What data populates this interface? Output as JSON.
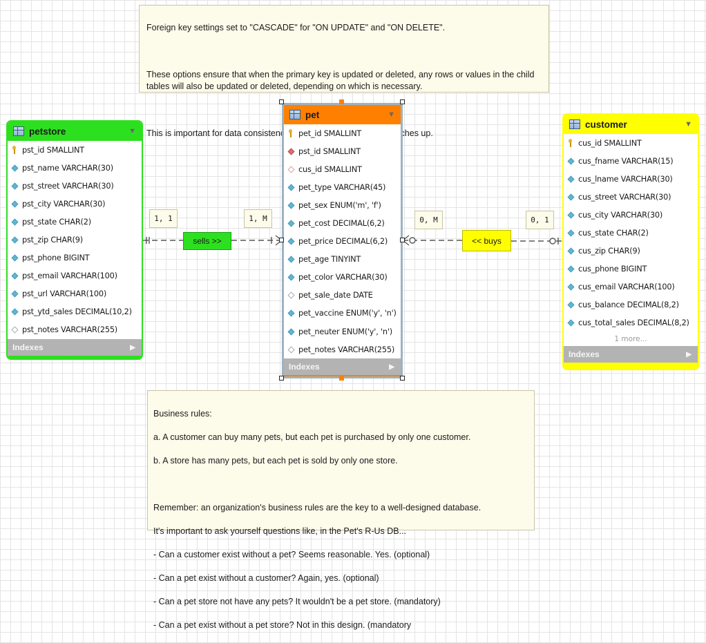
{
  "notes": {
    "top": [
      "Foreign key settings set to \"CASCADE\" for \"ON UPDATE\" and \"ON DELETE\".",
      "",
      "These options ensure that when the primary key is updated or deleted, any rows or values in the child tables will also be updated or deleted, depending on which is necessary.",
      "",
      "This is important for data consistency and ensuring everything matches up."
    ],
    "bottom": [
      "Business rules:",
      "a. A customer can buy many pets, but each pet is purchased by only one customer.",
      "b. A store has many pets, but each pet is sold by only one store.",
      "",
      "Remember: an organization's business rules are the key to a well-designed database.",
      "It's important to ask yourself questions like, in the Pet's R-Us DB...",
      "-  Can a customer exist without a pet? Seems reasonable. Yes. (optional)",
      "-  Can a pet exist without a customer? Again, yes. (optional)",
      "-  Can a pet store not have any pets? It wouldn't be a pet store. (mandatory)",
      "-  Can a pet exist without a pet store? Not in this design. (mandatory"
    ]
  },
  "tables": {
    "petstore": {
      "name": "petstore",
      "color": "#2de01f",
      "columns": [
        {
          "kind": "pk",
          "label": "pst_id SMALLINT"
        },
        {
          "kind": "col",
          "label": "pst_name VARCHAR(30)"
        },
        {
          "kind": "col",
          "label": "pst_street VARCHAR(30)"
        },
        {
          "kind": "col",
          "label": "pst_city VARCHAR(30)"
        },
        {
          "kind": "col",
          "label": "pst_state CHAR(2)"
        },
        {
          "kind": "col",
          "label": "pst_zip CHAR(9)"
        },
        {
          "kind": "col",
          "label": "pst_phone BIGINT"
        },
        {
          "kind": "col",
          "label": "pst_email VARCHAR(100)"
        },
        {
          "kind": "col",
          "label": "pst_url VARCHAR(100)"
        },
        {
          "kind": "col",
          "label": "pst_ytd_sales DECIMAL(10,2)"
        },
        {
          "kind": "nul",
          "label": "pst_notes VARCHAR(255)"
        }
      ],
      "indexes_label": "Indexes"
    },
    "pet": {
      "name": "pet",
      "color": "#ff8000",
      "columns": [
        {
          "kind": "pk",
          "label": "pet_id SMALLINT"
        },
        {
          "kind": "fk",
          "label": "pst_id SMALLINT"
        },
        {
          "kind": "fko",
          "label": "cus_id SMALLINT"
        },
        {
          "kind": "col",
          "label": "pet_type VARCHAR(45)"
        },
        {
          "kind": "col",
          "label": "pet_sex ENUM('m', 'f')"
        },
        {
          "kind": "col",
          "label": "pet_cost DECIMAL(6,2)"
        },
        {
          "kind": "col",
          "label": "pet_price DECIMAL(6,2)"
        },
        {
          "kind": "col",
          "label": "pet_age TINYINT"
        },
        {
          "kind": "col",
          "label": "pet_color VARCHAR(30)"
        },
        {
          "kind": "nul",
          "label": "pet_sale_date DATE"
        },
        {
          "kind": "col",
          "label": "pet_vaccine ENUM('y', 'n')"
        },
        {
          "kind": "col",
          "label": "pet_neuter ENUM('y', 'n')"
        },
        {
          "kind": "nul",
          "label": "pet_notes VARCHAR(255)"
        }
      ],
      "indexes_label": "Indexes"
    },
    "customer": {
      "name": "customer",
      "color": "#ffff00",
      "columns": [
        {
          "kind": "pk",
          "label": "cus_id SMALLINT"
        },
        {
          "kind": "col",
          "label": "cus_fname VARCHAR(15)"
        },
        {
          "kind": "col",
          "label": "cus_lname VARCHAR(30)"
        },
        {
          "kind": "col",
          "label": "cus_street VARCHAR(30)"
        },
        {
          "kind": "col",
          "label": "cus_city VARCHAR(30)"
        },
        {
          "kind": "col",
          "label": "cus_state CHAR(2)"
        },
        {
          "kind": "col",
          "label": "cus_zip CHAR(9)"
        },
        {
          "kind": "col",
          "label": "cus_phone BIGINT"
        },
        {
          "kind": "col",
          "label": "cus_email VARCHAR(100)"
        },
        {
          "kind": "col",
          "label": "cus_balance DECIMAL(8,2)"
        },
        {
          "kind": "col",
          "label": "cus_total_sales DECIMAL(8,2)"
        }
      ],
      "more_label": "1 more...",
      "indexes_label": "Indexes"
    }
  },
  "relationships": {
    "sells": {
      "label": "sells >>",
      "color": "#2de01f",
      "left_card": "1, 1",
      "right_card": "1, M"
    },
    "buys": {
      "label": "<< buys",
      "color": "#ffff00",
      "left_card": "0, M",
      "right_card": "0, 1"
    }
  }
}
